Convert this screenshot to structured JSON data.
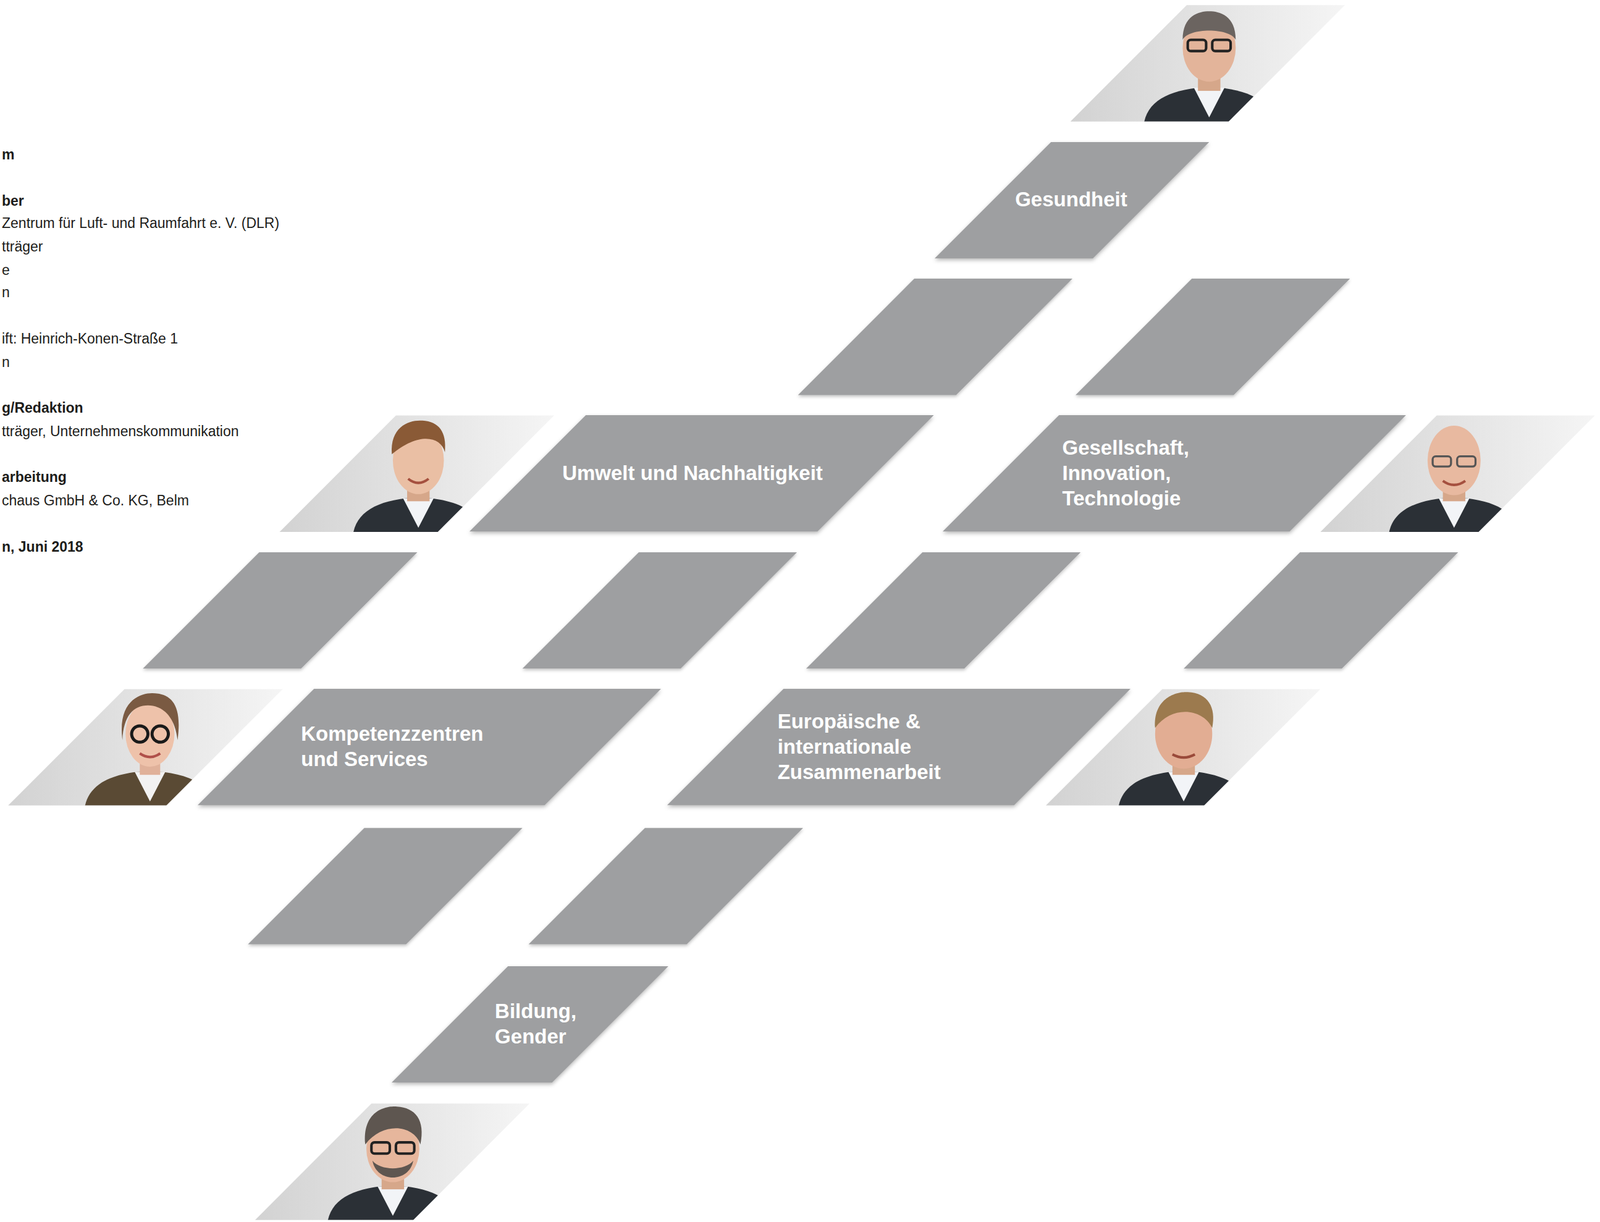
{
  "diagram": {
    "nodes": [
      {
        "text": [
          "Gesundheit"
        ]
      },
      {
        "text": [
          "Umwelt und Nachhaltigkeit"
        ]
      },
      {
        "text": [
          "Gesellschaft, Innovation, Technologie"
        ]
      },
      {
        "text": [
          "Kompetenzzentren und Services"
        ]
      },
      {
        "text": [
          "Europäische & internationale Zusammenarbeit"
        ]
      },
      {
        "text": [
          "Bildung, Gender"
        ]
      }
    ],
    "labels": [
      "m",
      "ber",
      "Zentrum für Luft- und Raumfahrt e. V. (DLR)",
      "tträger",
      "e",
      "n",
      "ift: Heinrich-Konen-Straße 1",
      "n",
      "g/Redaktion",
      "tträger, Unternehmenskommunikation",
      "arbeitung",
      "chaus GmbH & Co. KG, Belm",
      "n, Juni 2018"
    ]
  }
}
